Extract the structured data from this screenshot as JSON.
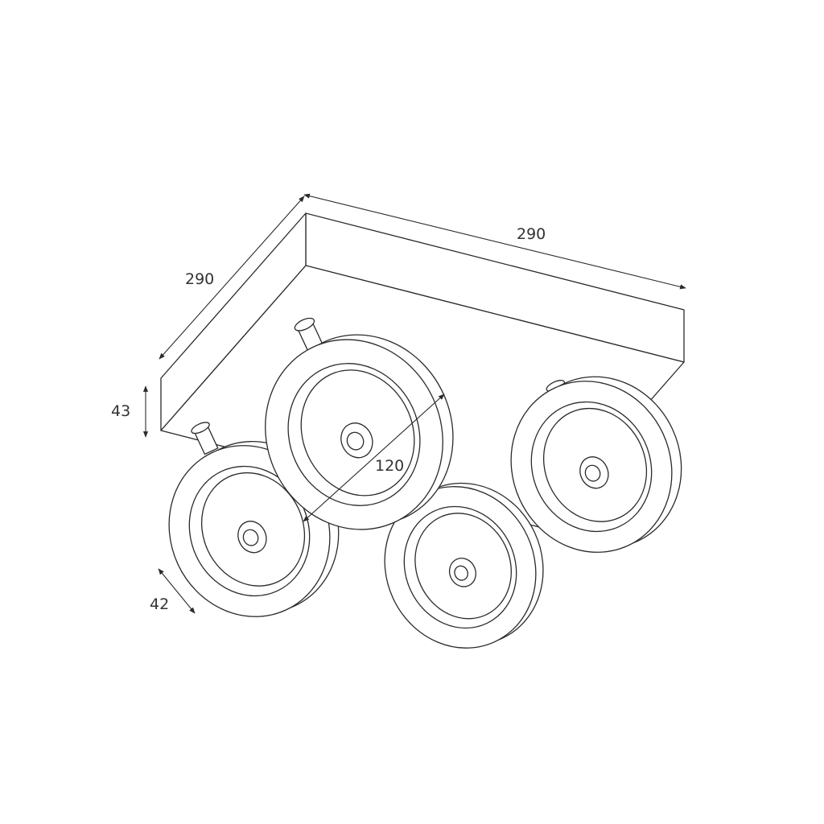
{
  "dimensions": {
    "length": "290",
    "width": "290",
    "height": "43",
    "diameter": "120",
    "depth": "42"
  },
  "colors": {
    "line": "#2a2a2a",
    "background": "#ffffff"
  }
}
